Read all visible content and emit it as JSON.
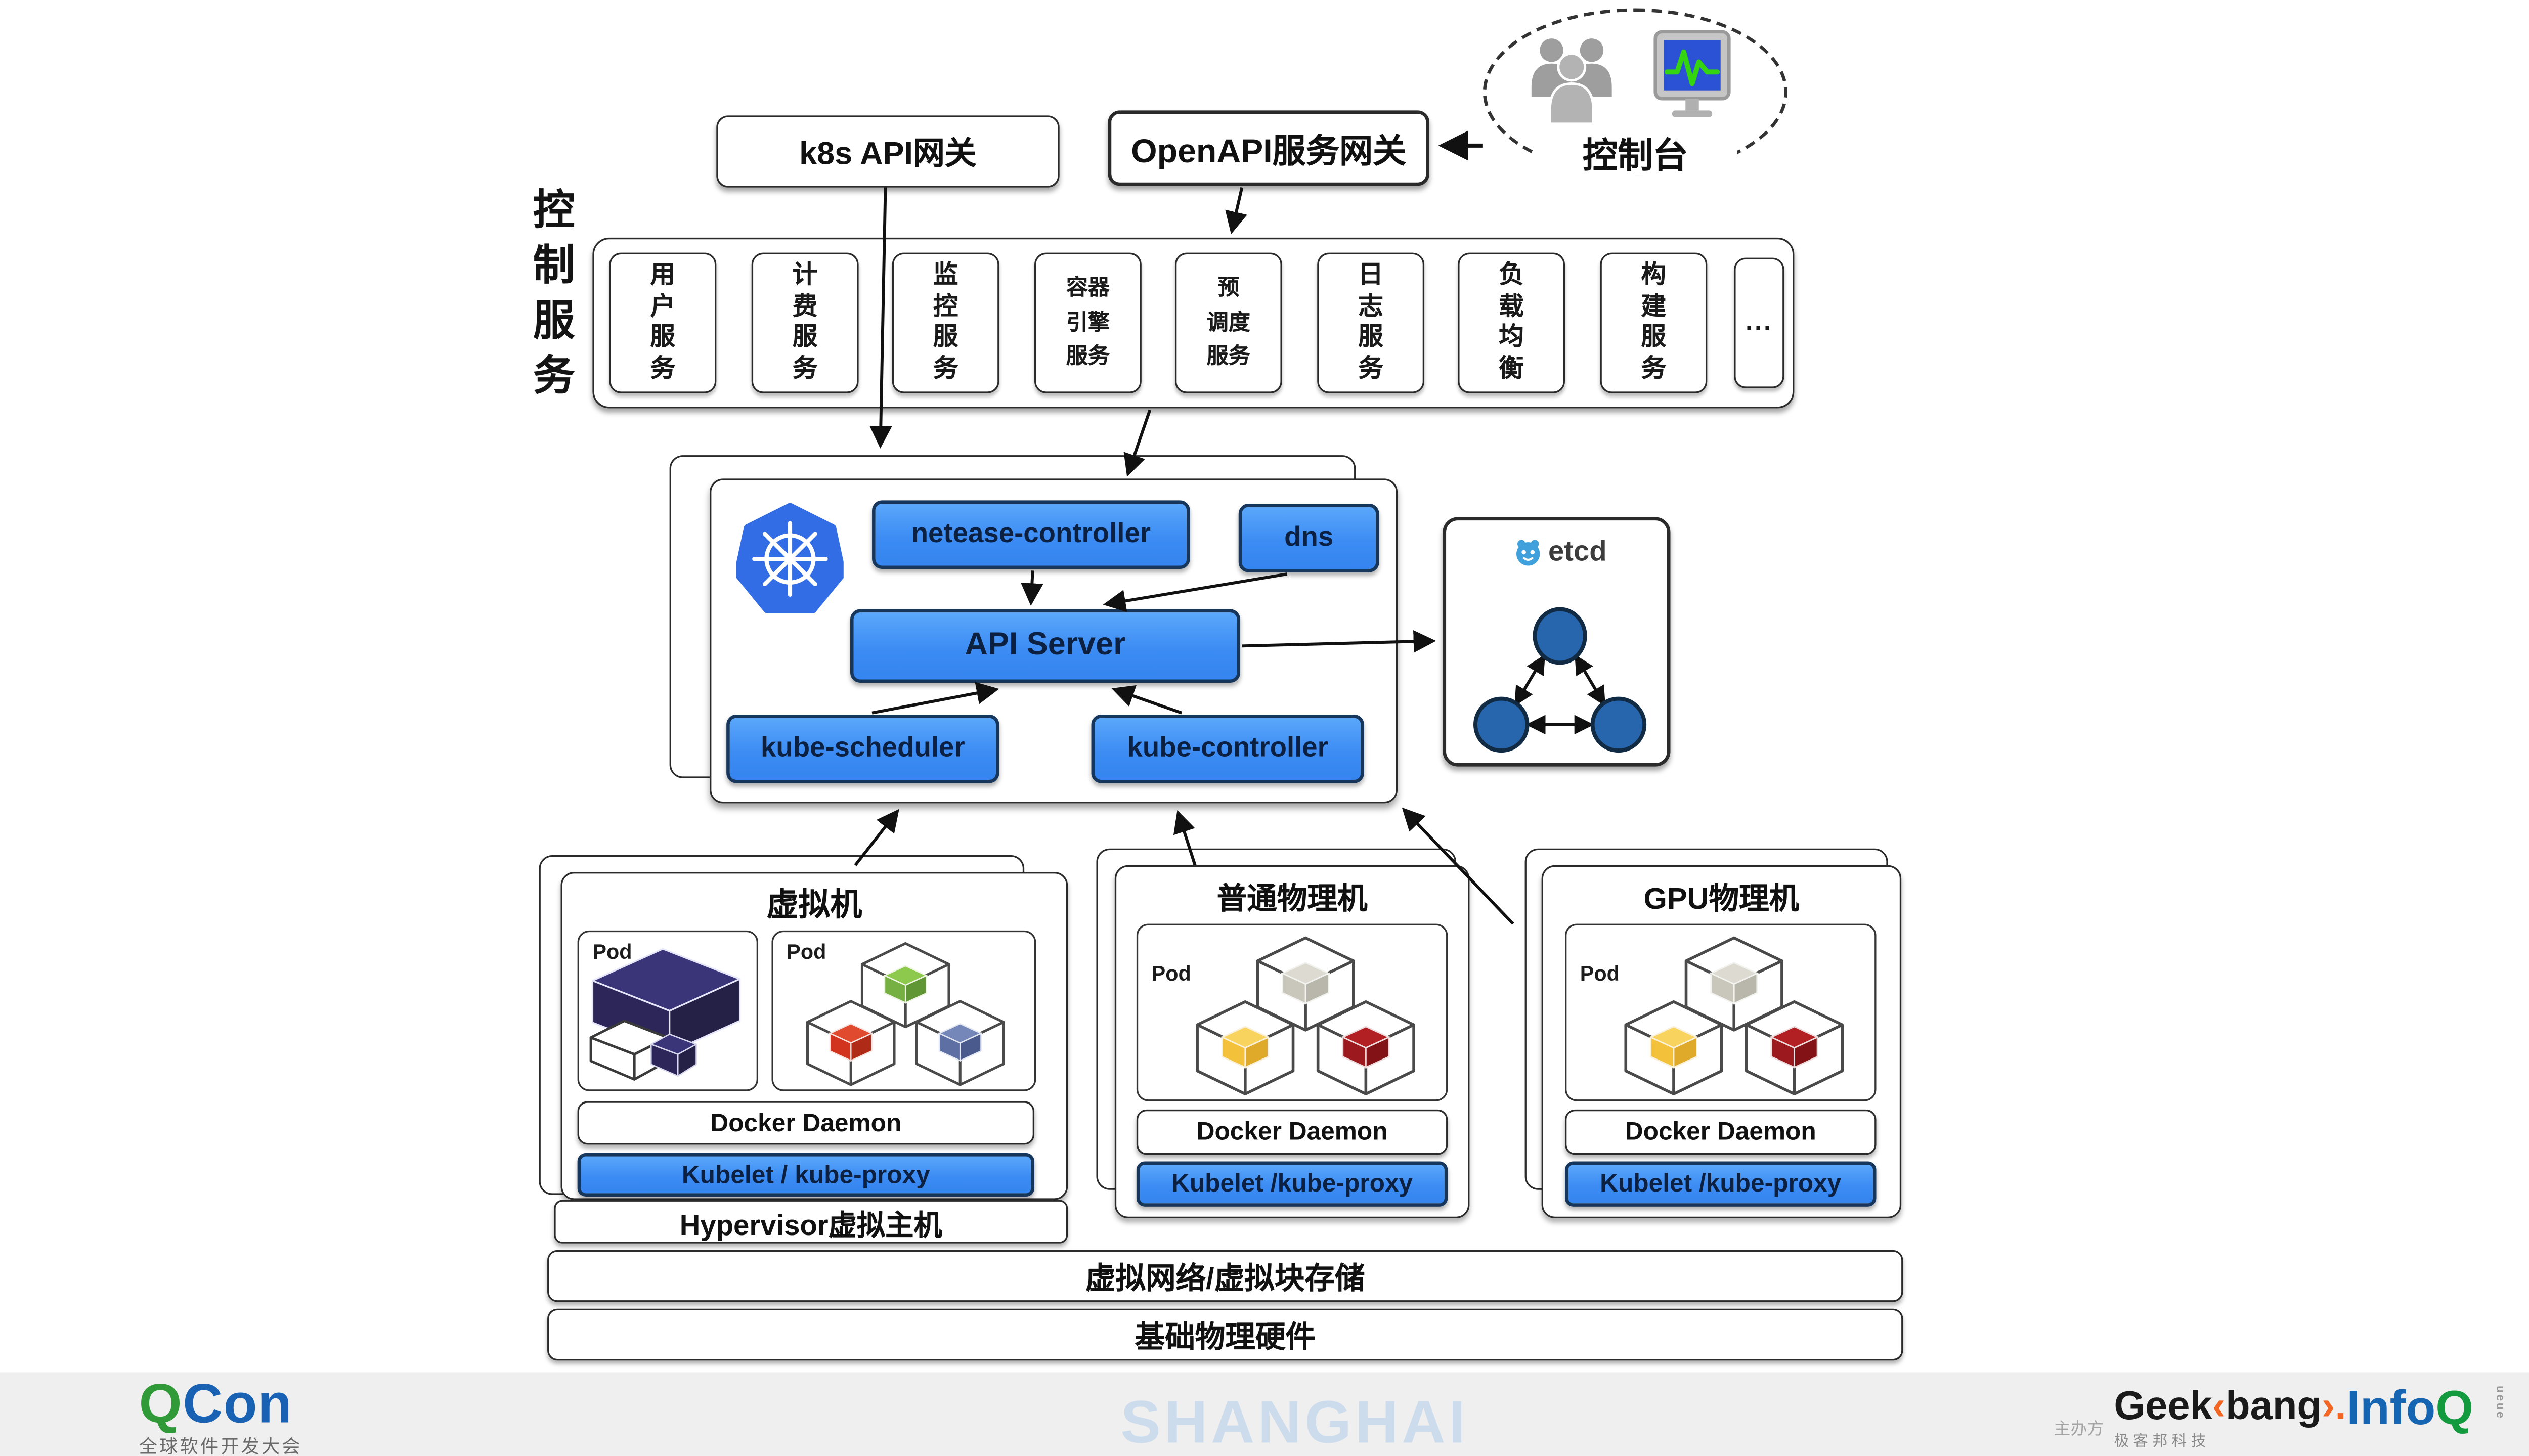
{
  "header": {
    "k8s_gateway_label": "k8s API网关",
    "openapi_gateway_label": "OpenAPI服务网关",
    "console_label": "控制台"
  },
  "control_services": {
    "side_label": "控制服务",
    "side_chars": [
      "控",
      "制",
      "服",
      "务"
    ],
    "services": [
      {
        "label": "用户服务",
        "rows": [
          "用",
          "户",
          "服",
          "务"
        ]
      },
      {
        "label": "计费服务",
        "rows": [
          "计",
          "费",
          "服",
          "务"
        ]
      },
      {
        "label": "监控服务",
        "rows": [
          "监",
          "控",
          "服",
          "务"
        ]
      },
      {
        "label": "容器引擎服务",
        "rows": [
          "容器",
          "引擎",
          "服务"
        ]
      },
      {
        "label": "预调度服务",
        "rows": [
          "预",
          "调度",
          "服务"
        ]
      },
      {
        "label": "日志服务",
        "rows": [
          "日",
          "志",
          "服",
          "务"
        ]
      },
      {
        "label": "负载均衡",
        "rows": [
          "负",
          "载",
          "均",
          "衡"
        ]
      },
      {
        "label": "构建服务",
        "rows": [
          "构",
          "建",
          "服",
          "务"
        ]
      },
      {
        "label": "...",
        "rows": [
          "..."
        ]
      }
    ]
  },
  "cluster": {
    "netease_controller": "netease-controller",
    "dns": "dns",
    "api_server": "API Server",
    "kube_scheduler": "kube-scheduler",
    "kube_controller": "kube-controller"
  },
  "etcd": {
    "logo_text": "etcd"
  },
  "machines": [
    {
      "title": "虚拟机",
      "pod1_label": "Pod",
      "pod2_label": "Pod",
      "docker": "Docker Daemon",
      "kubelet": "Kubelet / kube-proxy",
      "hypervisor": "Hypervisor虚拟主机"
    },
    {
      "title": "普通物理机",
      "pod_label": "Pod",
      "docker": "Docker Daemon",
      "kubelet": "Kubelet /kube-proxy"
    },
    {
      "title": "GPU物理机",
      "pod_label": "Pod",
      "docker": "Docker Daemon",
      "kubelet": "Kubelet /kube-proxy"
    }
  ],
  "infrastructure": {
    "network_storage": "虚拟网络/虚拟块存储",
    "hardware": "基础物理硬件"
  },
  "footer": {
    "qcon": "QCon",
    "qcon_q": "Q",
    "qcon_con": "Con",
    "qcon_sub": "全球软件开发大会",
    "city": "SHANGHAI",
    "host_label": "主办方",
    "geekbang": {
      "geek": "Geek",
      "open": "‹",
      "bang": "bang",
      "close": "›.",
      "sub": "极客邦科技"
    },
    "infoq": {
      "info": "Info",
      "q": "Q",
      "vertical": "ueue"
    }
  },
  "palette": {
    "node_blue": "#3c8cf4",
    "node_border": "#16365c",
    "k8s_logo_blue": "#326de6",
    "etcd_circle": "#2766ad",
    "etcd_icon_blue": "#3fa0db",
    "cube_navy": "#312b63",
    "cube_green": "#7cb83e",
    "cube_red": "#d2331f",
    "cube_slate": "#5d6fa3",
    "cube_gray": "#c9c6bc",
    "cube_yellow": "#f3c23a",
    "cube_darkred": "#9c191d",
    "footer_band": "#efeff0",
    "shanghai_text": "#ccdcec",
    "qcon_green": "#2f9a37",
    "qcon_blue": "#1861b3",
    "infoq_blue": "#1565b3",
    "infoq_green": "#13993e",
    "geekbang_orange": "#f26522"
  }
}
